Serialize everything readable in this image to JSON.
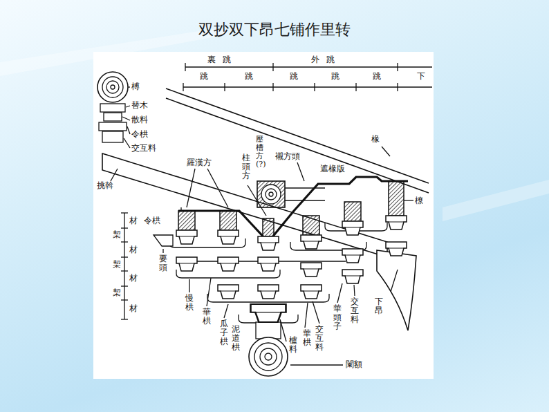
{
  "diagram": {
    "title": "双抄双下昂七铺作里转",
    "labels": [
      "裏跳",
      "外跳",
      "跳",
      "跳",
      "跳",
      "跳",
      "跳",
      "下",
      "榑",
      "替木",
      "散料",
      "令栱",
      "交互料",
      "椽",
      "壓槽方(?)",
      "柱頭方",
      "襯方頭",
      "遮椽版",
      "羅漢方",
      "挑斡",
      "橑",
      "材",
      "令栱",
      "栔",
      "材",
      "栔",
      "材",
      "栔",
      "材",
      "要頭",
      "慢栱",
      "華栱",
      "瓜子栱",
      "泥道栱",
      "櫨料",
      "華栱",
      "交互料",
      "華頭子",
      "交互料",
      "下昂",
      "闌額"
    ]
  }
}
